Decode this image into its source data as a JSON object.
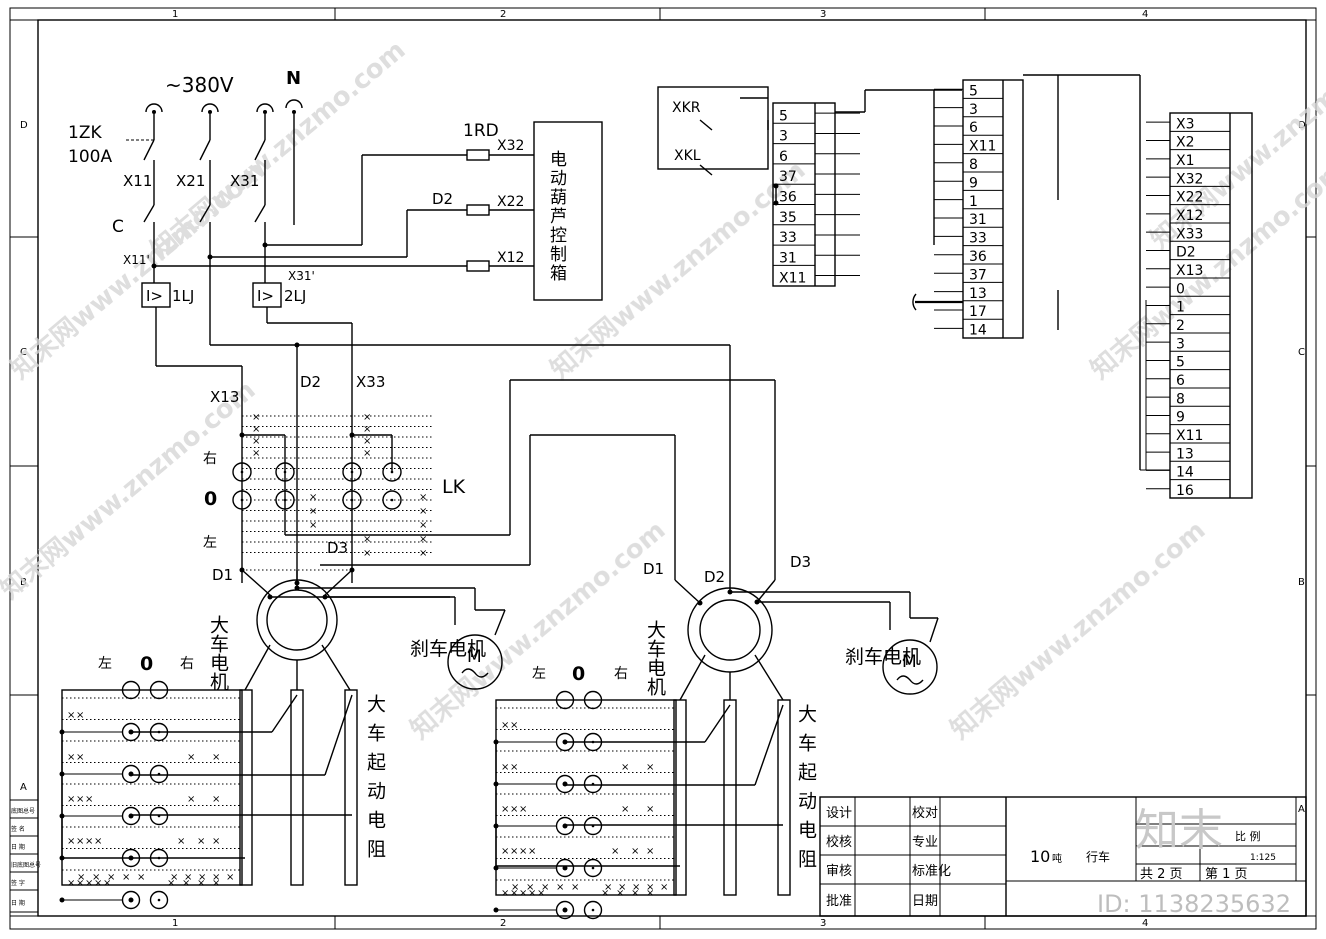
{
  "border": {
    "col_labels": [
      "1",
      "2",
      "3",
      "4"
    ],
    "row_labels": [
      "D",
      "C",
      "B",
      "A"
    ]
  },
  "supply": {
    "voltage": "~380V",
    "neutral": "N",
    "breaker": "1ZK",
    "breaker_rating": "100A",
    "contactor": "C",
    "wires_top": [
      "X11",
      "X21",
      "X31"
    ],
    "x11p": "X11'",
    "x31p": "X31'",
    "relay1": "1LJ",
    "relay2": "2LJ",
    "relay_symbol": "I>"
  },
  "hoist": {
    "fuse": "1RD",
    "d2": "D2",
    "terms": [
      "X32",
      "X22",
      "X12"
    ],
    "box_label": "电动葫芦控制箱"
  },
  "controller": {
    "x13": "X13",
    "d2": "D2",
    "x33": "X33",
    "right": "右",
    "zero": "0",
    "left": "左",
    "lk": "LK",
    "d1": "D1",
    "d3": "D3"
  },
  "motor1": {
    "d1": "D1",
    "label": "大车电机",
    "brake": "刹车电机",
    "m": "M",
    "resistor": "大车起动电阻",
    "hdr_left": "左",
    "hdr_zero": "0",
    "hdr_right": "右"
  },
  "motor2": {
    "d1": "D1",
    "d2": "D2",
    "d3": "D3",
    "label": "大车电机",
    "brake": "刹车电机",
    "m": "M",
    "resistor": "大车起动电阻",
    "hdr_left": "左",
    "hdr_zero": "0",
    "hdr_right": "右"
  },
  "switch_panel": {
    "xkr": "XKR",
    "xkl": "XKL",
    "rows": [
      "5",
      "3",
      "6",
      "37",
      "36",
      "35",
      "33",
      "31",
      "X11"
    ]
  },
  "middle_strip": {
    "rows": [
      "5",
      "3",
      "6",
      "X11",
      "8",
      "9",
      "1",
      "31",
      "33",
      "36",
      "37",
      "13",
      "17",
      "14"
    ]
  },
  "right_strip": {
    "rows": [
      "X3",
      "X2",
      "X1",
      "X32",
      "X22",
      "X12",
      "X33",
      "D2",
      "X13",
      "0",
      "1",
      "2",
      "3",
      "5",
      "6",
      "8",
      "9",
      "X11",
      "13",
      "14",
      "16"
    ]
  },
  "title_block": {
    "cells": [
      "设计",
      "校核",
      "审核",
      "批准",
      "校对",
      "专业",
      "标准化",
      "日期"
    ],
    "title_num": "10",
    "title_unit": "吨",
    "title_name": "行车",
    "scale_label": "比 例",
    "scale_value": "1:125",
    "page_total": "共 2 页",
    "page_no": "第 1 页"
  },
  "left_strip_cells": [
    "底图总号",
    "签 名",
    "日 期",
    "旧底图总号",
    "签 字",
    "日 期"
  ],
  "watermark": {
    "brand": "知末网www.znzmo.com",
    "logo": "知末",
    "id": "ID: 1138235632"
  }
}
